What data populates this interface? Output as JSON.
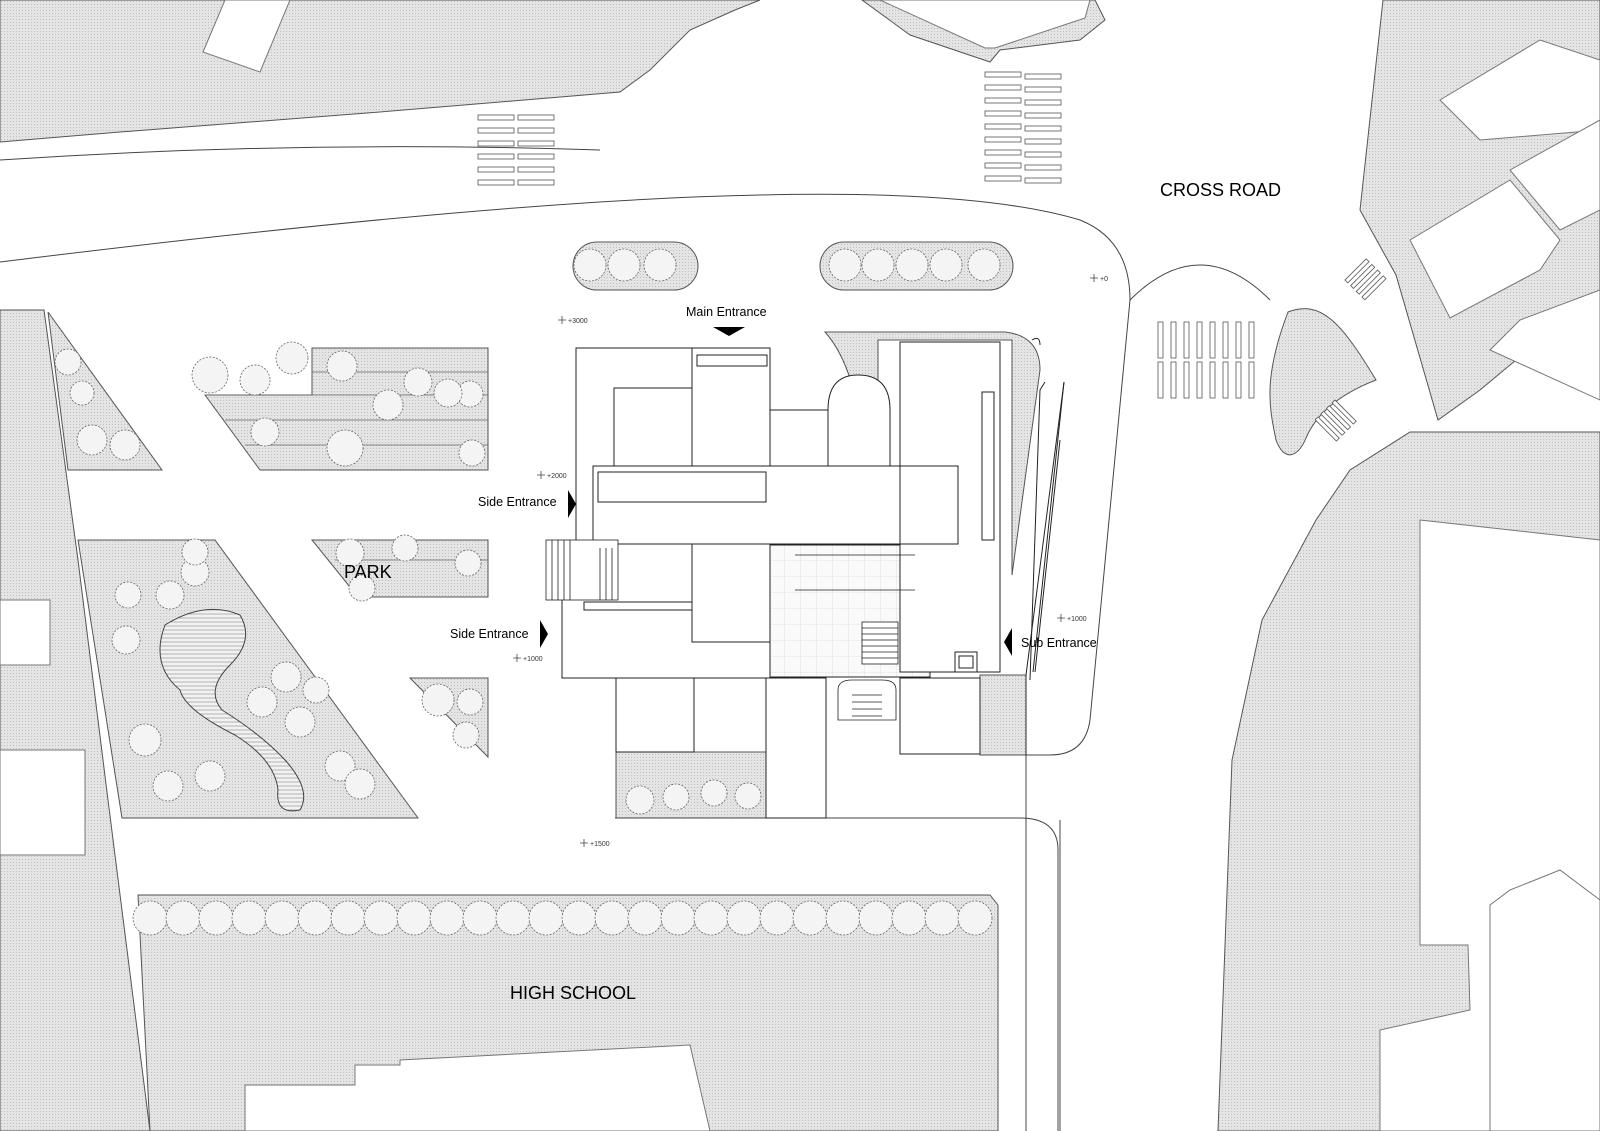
{
  "plan": {
    "areas": {
      "cross_road": "CROSS ROAD",
      "park": "PARK",
      "high_school": "HIGH SCHOOL"
    },
    "entrances": {
      "main": "Main Entrance",
      "side_upper": "Side Entrance",
      "side_lower": "Side Entrance",
      "sub": "Sub Entrance"
    },
    "levels": {
      "plus_0": "+0",
      "plus_3000": "+3000",
      "plus_2000": "+2000",
      "plus_1000_left": "+1000",
      "plus_1000_right": "+1000",
      "plus_1500": "+1500"
    },
    "colors": {
      "block_fill": "#e6e6e6",
      "line": "#444444",
      "background": "#ffffff"
    }
  }
}
